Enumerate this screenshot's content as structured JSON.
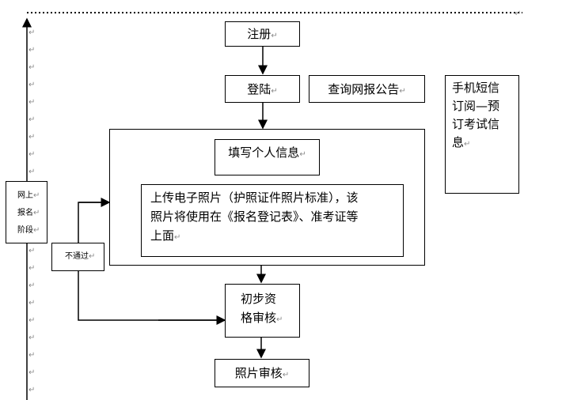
{
  "diagram": {
    "register": "注册",
    "login": "登陆",
    "query_notice": "查询网报公告",
    "sms": [
      "手机短信",
      "订阅—预",
      "订考试信",
      "息"
    ],
    "fill_info": "填写个人信息",
    "upload_photo": [
      "上传电子照片（护照证件照片标准），该",
      "照片将使用在《报名登记表》、准考证等",
      "上面"
    ],
    "stage_label": [
      "网上",
      "报名",
      "阶段"
    ],
    "not_pass": "不通过",
    "prelim_review": [
      "初步资",
      "格审核"
    ],
    "photo_review": "照片审核"
  },
  "colors": {
    "stroke": "#000000",
    "paragraph_mark": "#8a8a8a"
  },
  "paragraph_mark": "↵"
}
